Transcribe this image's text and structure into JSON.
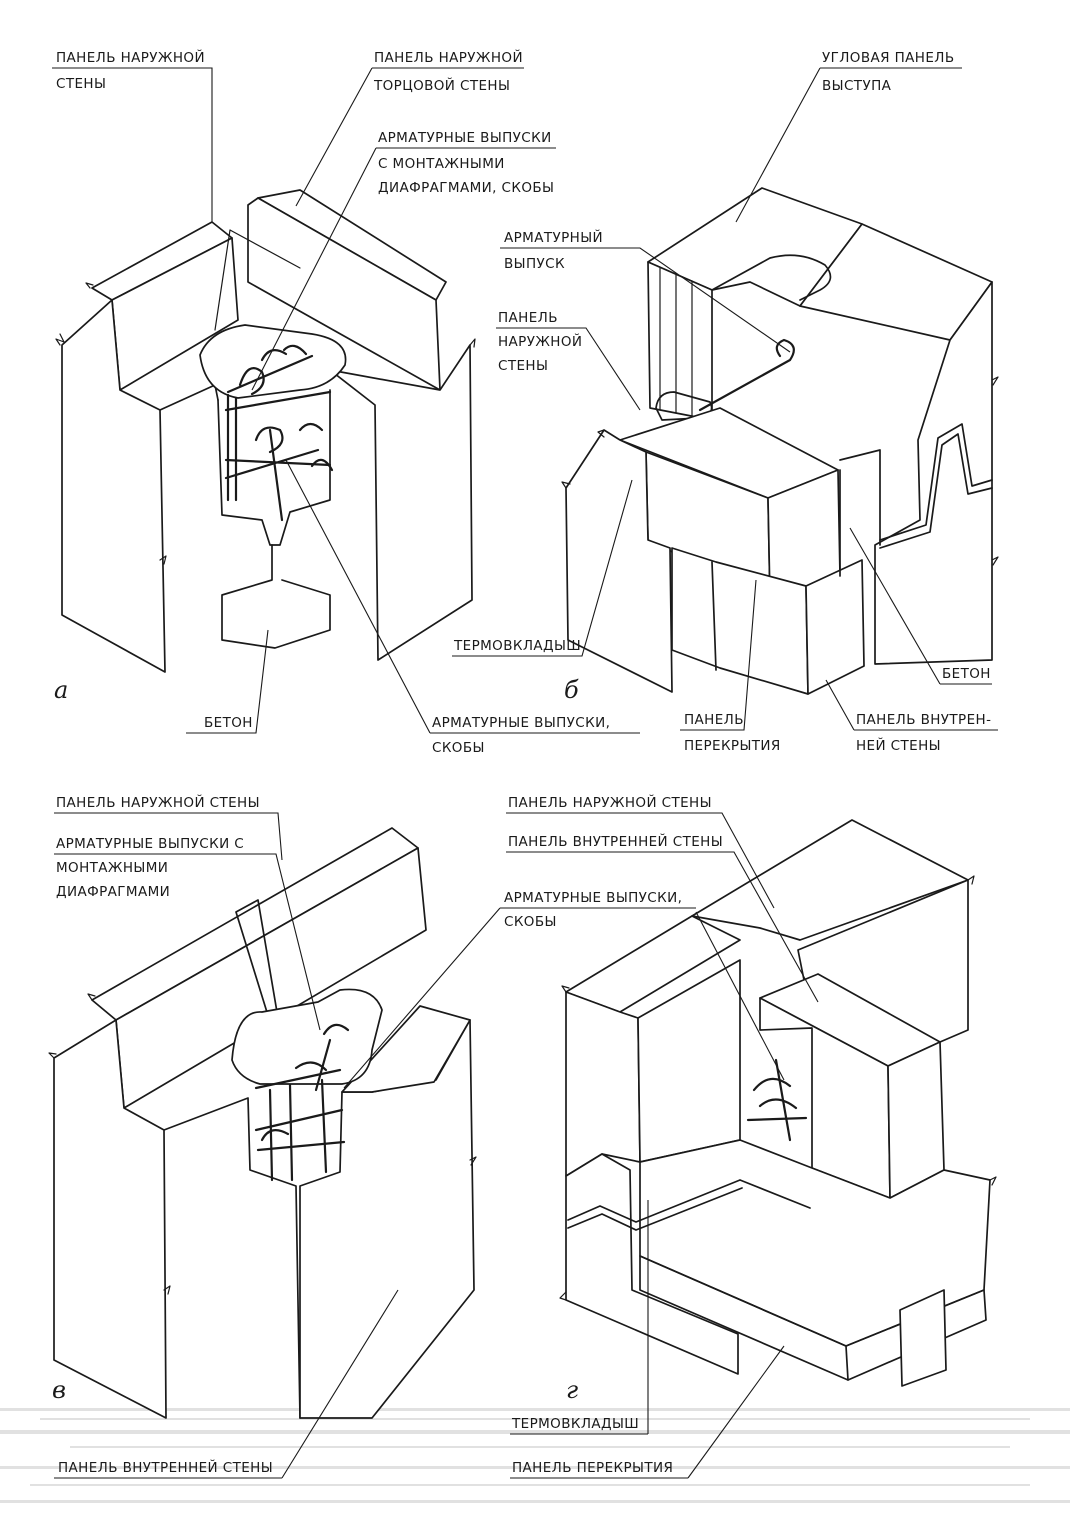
{
  "colors": {
    "ink": "#1a1a1a",
    "paper": "#ffffff",
    "scan_grain": "#c9c9c9"
  },
  "figures": {
    "a": {
      "letter": "а",
      "labels": {
        "outer_panel": [
          "ПАНЕЛЬ НАРУЖНОЙ",
          "СТЕНЫ"
        ],
        "end_wall_panel": [
          "ПАНЕЛЬ НАРУЖНОЙ",
          "ТОРЦОВОЙ СТЕНЫ"
        ],
        "rebar_diaphragms": [
          "АРМАТУРНЫЕ ВЫПУСКИ",
          "С МОНТАЖНЫМИ",
          "ДИАФРАГМАМИ, СКОБЫ"
        ],
        "concrete": [
          "БЕТОН"
        ],
        "rebar_staples": [
          "АРМАТУРНЫЕ ВЫПУСКИ,",
          "СКОБЫ"
        ]
      }
    },
    "b": {
      "letter": "б",
      "labels": {
        "corner_panel": [
          "УГЛОВАЯ ПАНЕЛЬ",
          "ВЫСТУПА"
        ],
        "rebar": [
          "АРМАТУРНЫЙ",
          "ВЫПУСК"
        ],
        "outer_panel": [
          "ПАНЕЛЬ",
          "НАРУЖНОЙ",
          "СТЕНЫ"
        ],
        "thermal_insert": [
          "ТЕРМОВКЛАДЫШ"
        ],
        "concrete": [
          "БЕТОН"
        ],
        "floor_panel": [
          "ПАНЕЛЬ",
          "ПЕРЕКРЫТИЯ"
        ],
        "inner_panel": [
          "ПАНЕЛЬ ВНУТРЕН-",
          "НЕЙ СТЕНЫ"
        ]
      }
    },
    "v": {
      "letter": "в",
      "labels": {
        "outer_panel": [
          "ПАНЕЛЬ НАРУЖНОЙ СТЕНЫ"
        ],
        "rebar_diaphragms": [
          "АРМАТУРНЫЕ ВЫПУСКИ С",
          "МОНТАЖНЫМИ",
          "ДИАФРАГМАМИ"
        ],
        "rebar_staples": [
          "АРМАТУРНЫЕ ВЫПУСКИ,",
          "СКОБЫ"
        ],
        "inner_panel": [
          "ПАНЕЛЬ ВНУТРЕННЕЙ СТЕНЫ"
        ]
      }
    },
    "g": {
      "letter": "г",
      "labels": {
        "outer_panel": [
          "ПАНЕЛЬ НАРУЖНОЙ СТЕНЫ"
        ],
        "inner_panel": [
          "ПАНЕЛЬ ВНУТРЕННЕЙ СТЕНЫ"
        ],
        "thermal_insert": [
          "ТЕРМОВКЛАДЫШ"
        ],
        "floor_panel": [
          "ПАНЕЛЬ ПЕРЕКРЫТИЯ"
        ]
      }
    }
  }
}
